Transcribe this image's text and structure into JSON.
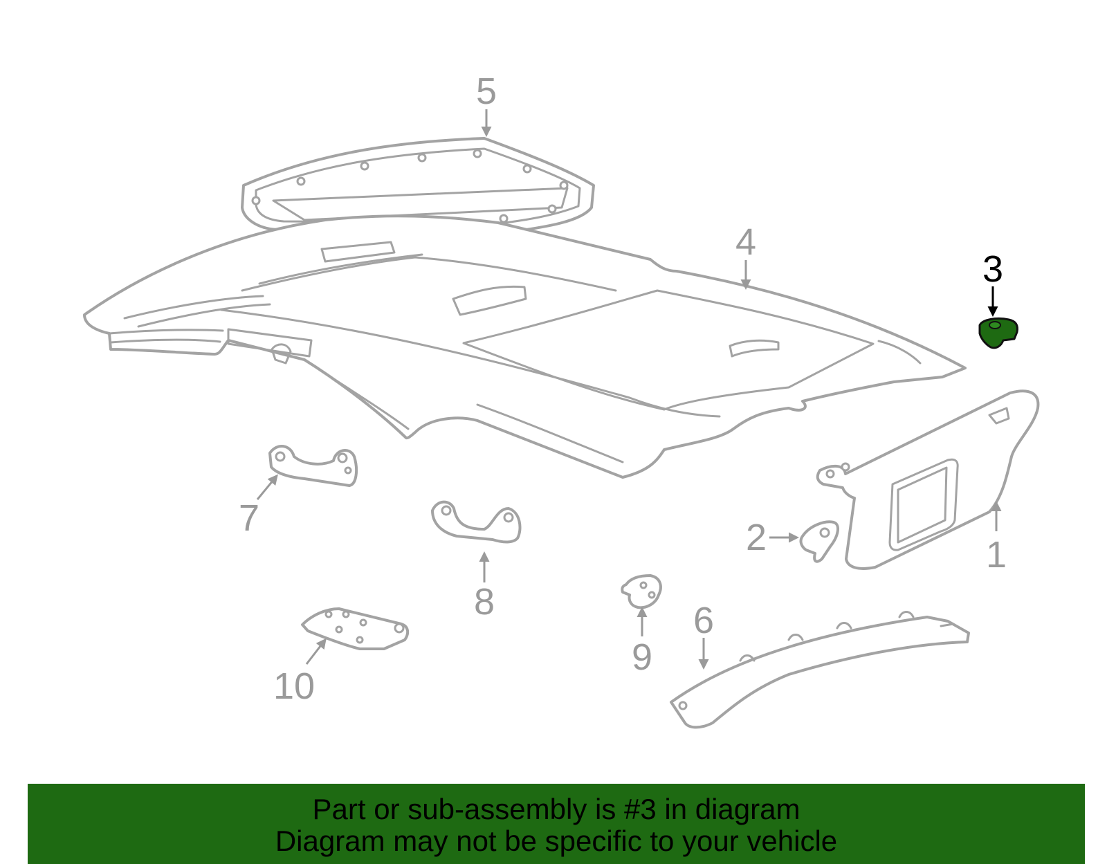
{
  "diagram": {
    "highlighted_part": "3",
    "callouts": [
      {
        "id": "1",
        "label": "1"
      },
      {
        "id": "2",
        "label": "2"
      },
      {
        "id": "3",
        "label": "3"
      },
      {
        "id": "4",
        "label": "4"
      },
      {
        "id": "5",
        "label": "5"
      },
      {
        "id": "6",
        "label": "6"
      },
      {
        "id": "7",
        "label": "7"
      },
      {
        "id": "8",
        "label": "8"
      },
      {
        "id": "9",
        "label": "9"
      },
      {
        "id": "10",
        "label": "10"
      }
    ],
    "colors": {
      "line": "#a3a3a3",
      "label": "#9a9a9a",
      "highlight": "#1e6a12",
      "banner": "#1e6a12"
    }
  },
  "banner": {
    "line1": "Part or sub-assembly is #3 in diagram",
    "line2": "Diagram may not be specific to your vehicle"
  }
}
